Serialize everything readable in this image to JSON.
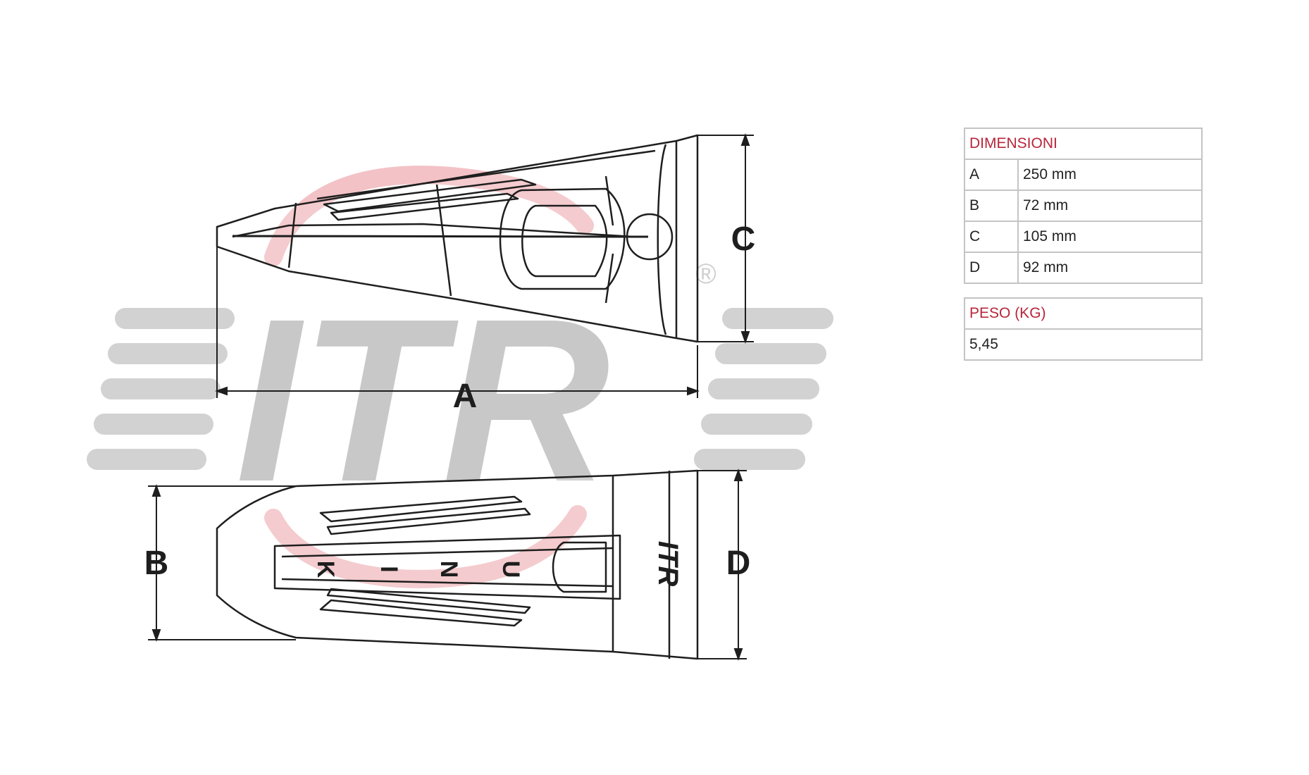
{
  "diagram": {
    "watermark": {
      "brand": "ITR",
      "registered": "®",
      "stripe_color": "#c8c8c8",
      "swoosh_color": "#f2b8bc"
    },
    "labels": {
      "a": "A",
      "b": "B",
      "c": "C",
      "d": "D"
    },
    "tooth_side_marks": [
      "K",
      "I",
      "N",
      "U"
    ],
    "tooth_emblem": "ITR",
    "line_color": "#1e1e1e"
  },
  "dimensions": {
    "header": "DIMENSIONI",
    "rows": [
      {
        "key": "A",
        "value": "250 mm"
      },
      {
        "key": "B",
        "value": "72 mm"
      },
      {
        "key": "C",
        "value": "105 mm"
      },
      {
        "key": "D",
        "value": "92 mm"
      }
    ]
  },
  "weight": {
    "header": "PESO (KG)",
    "value": "5,45"
  }
}
